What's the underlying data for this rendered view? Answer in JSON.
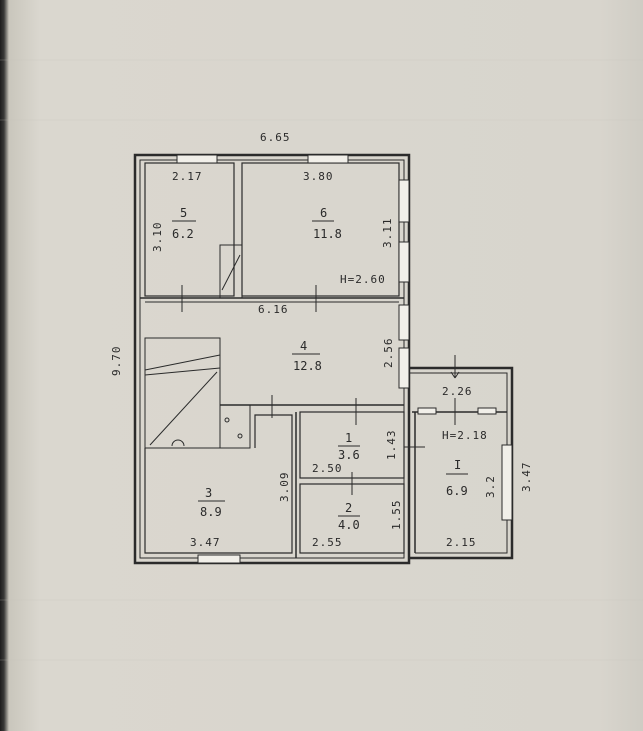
{
  "plan": {
    "overall_width": "6.65",
    "overall_height": "9.70",
    "annex_height": "3.47",
    "rooms": [
      {
        "id": "5",
        "area": "6.2",
        "width": "2.17",
        "height": "3.10"
      },
      {
        "id": "6",
        "area": "11.8",
        "width": "3.80",
        "height": "3.11",
        "ceiling": "H=2.60"
      },
      {
        "id": "4",
        "area": "12.8",
        "width": "6.16",
        "height": "2.56"
      },
      {
        "id": "1",
        "area": "3.6",
        "width": "2.50",
        "height": "1.43"
      },
      {
        "id": "2",
        "area": "4.0",
        "width": "2.55",
        "height": "1.55"
      },
      {
        "id": "3",
        "area": "8.9",
        "width": "3.47",
        "height": "3.09"
      },
      {
        "id": "I",
        "area": "6.9",
        "width": "2.15",
        "height": "3.2"
      }
    ],
    "porch": {
      "width": "2.26",
      "ceiling": "H=2.18"
    }
  }
}
